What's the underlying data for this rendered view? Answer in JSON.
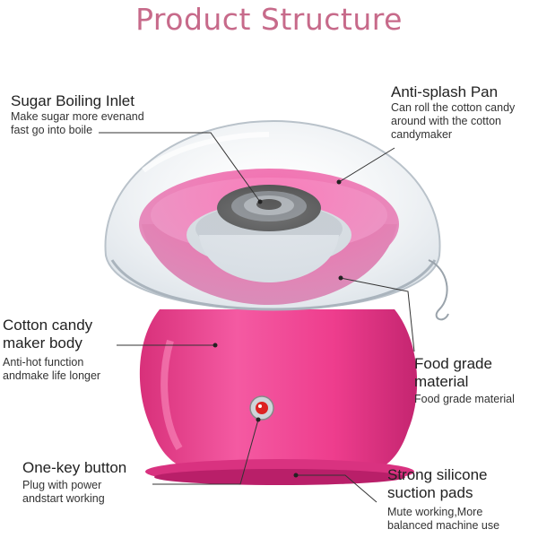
{
  "title": "Product Structure",
  "callouts": {
    "sugar_inlet": {
      "heading": "Sugar Boiling Inlet",
      "lines": [
        "Make sugar more evenand",
        "fast go into boile"
      ]
    },
    "anti_splash": {
      "heading": "Anti-splash Pan",
      "lines": [
        "Can roll the cotton candy",
        "around with the cotton",
        "candymaker"
      ]
    },
    "body": {
      "heading_lines": [
        "Cotton candy",
        "maker body"
      ],
      "lines": [
        "Anti-hot function",
        "andmake life longer"
      ]
    },
    "food_grade": {
      "heading_lines": [
        "Food grade",
        "material"
      ],
      "lines": [
        "Food grade material"
      ]
    },
    "button": {
      "heading": "One-key button",
      "lines": [
        "Plug with power",
        "andstart working"
      ]
    },
    "pads": {
      "heading_lines": [
        "Strong silicone",
        "suction pads"
      ],
      "lines": [
        "Mute working,More",
        "balanced machine use"
      ]
    }
  },
  "colors": {
    "title": "#c76a8a",
    "body_pink": "#ef3f8f",
    "inner_pink": "#f0479a",
    "dome": "#dfe6ec"
  }
}
